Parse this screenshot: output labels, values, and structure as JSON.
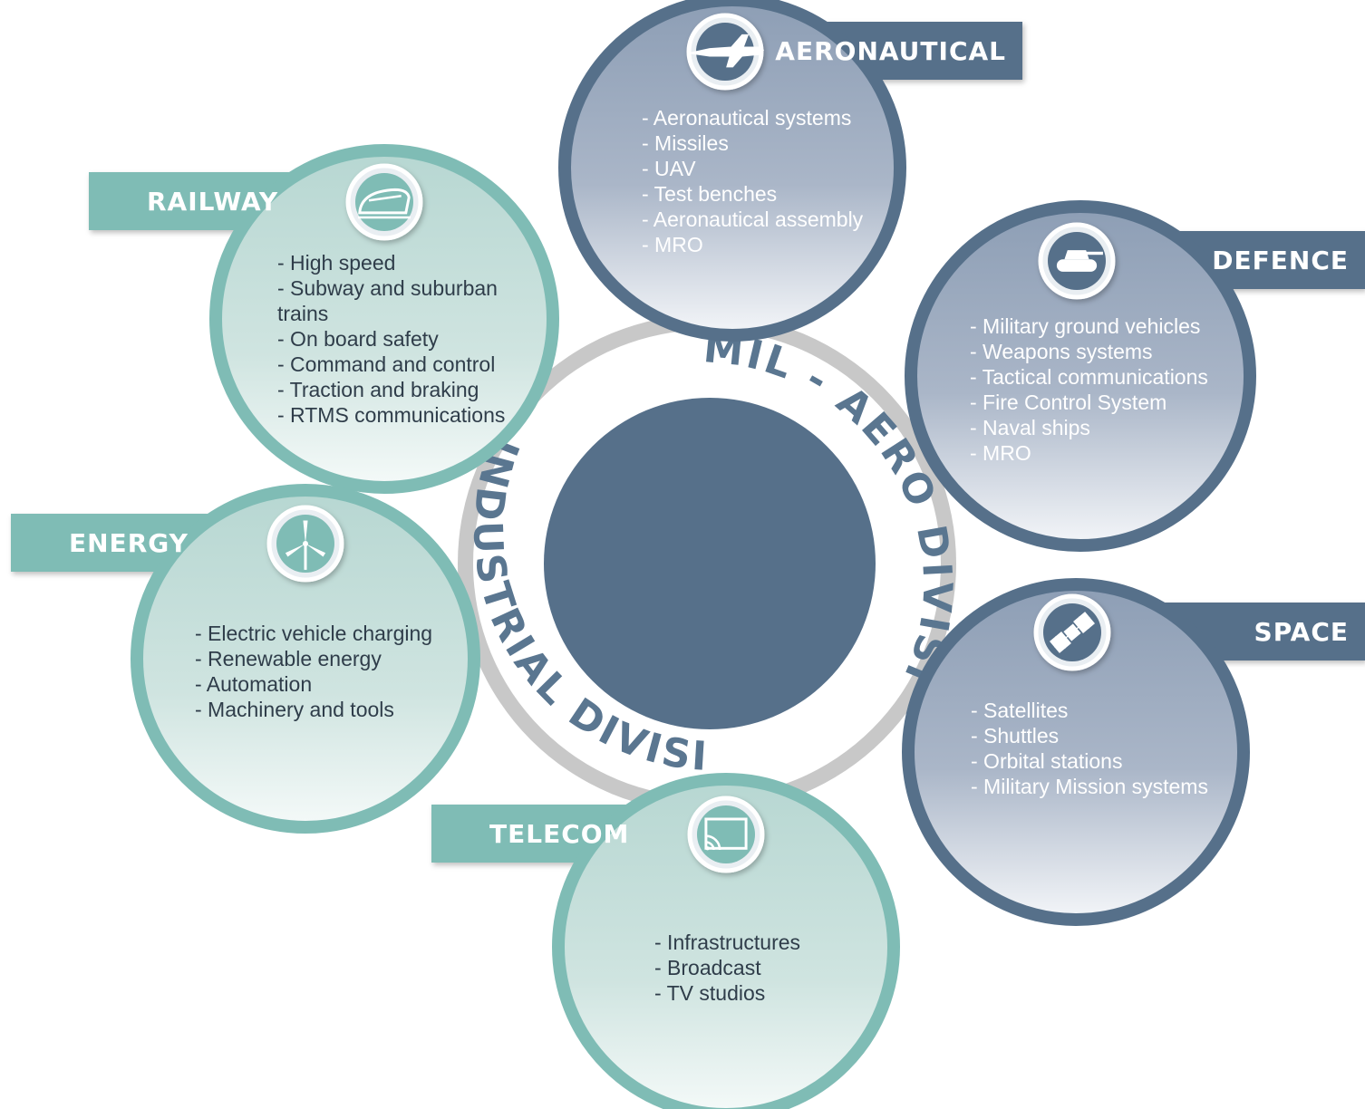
{
  "center": {
    "top_label": "MIL - AERO DIVISION",
    "bottom_label": "INDUSTRIAL DIVISION"
  },
  "colors": {
    "mil_aero": "#56708a",
    "industrial": "#7fbcb5",
    "ring": "#c8c8c8"
  },
  "sectors": [
    {
      "id": "aeronautical",
      "title": "AERONAUTICAL",
      "icon": "airplane-icon",
      "division": "mil-aero",
      "items": [
        "- Aeronautical systems",
        "- Missiles",
        "- UAV",
        "- Test benches",
        "- Aeronautical assembly",
        "- MRO"
      ]
    },
    {
      "id": "defence",
      "title": "DEFENCE",
      "icon": "tank-icon",
      "division": "mil-aero",
      "items": [
        "- Military ground vehicles",
        "- Weapons systems",
        "- Tactical communications",
        "- Fire Control System",
        "- Naval ships",
        "- MRO"
      ]
    },
    {
      "id": "space",
      "title": "SPACE",
      "icon": "satellite-icon",
      "division": "mil-aero",
      "items": [
        "- Satellites",
        "- Shuttles",
        "- Orbital stations",
        "- Military Mission systems"
      ]
    },
    {
      "id": "railway",
      "title": "RAILWAY",
      "icon": "train-icon",
      "division": "industrial",
      "items": [
        "- High speed",
        "- Subway and suburban",
        "trains",
        "- On board safety",
        "- Command and control",
        "- Traction and braking",
        "- RTMS communications"
      ]
    },
    {
      "id": "energy",
      "title": "ENERGY",
      "icon": "wind-turbine-icon",
      "division": "industrial",
      "items": [
        "- Electric vehicle charging",
        "- Renewable energy",
        "- Automation",
        "- Machinery and tools"
      ]
    },
    {
      "id": "telecom",
      "title": "TELECOM",
      "icon": "cast-screen-icon",
      "division": "industrial",
      "items": [
        "- Infrastructures",
        "- Broadcast",
        "- TV studios"
      ]
    }
  ]
}
